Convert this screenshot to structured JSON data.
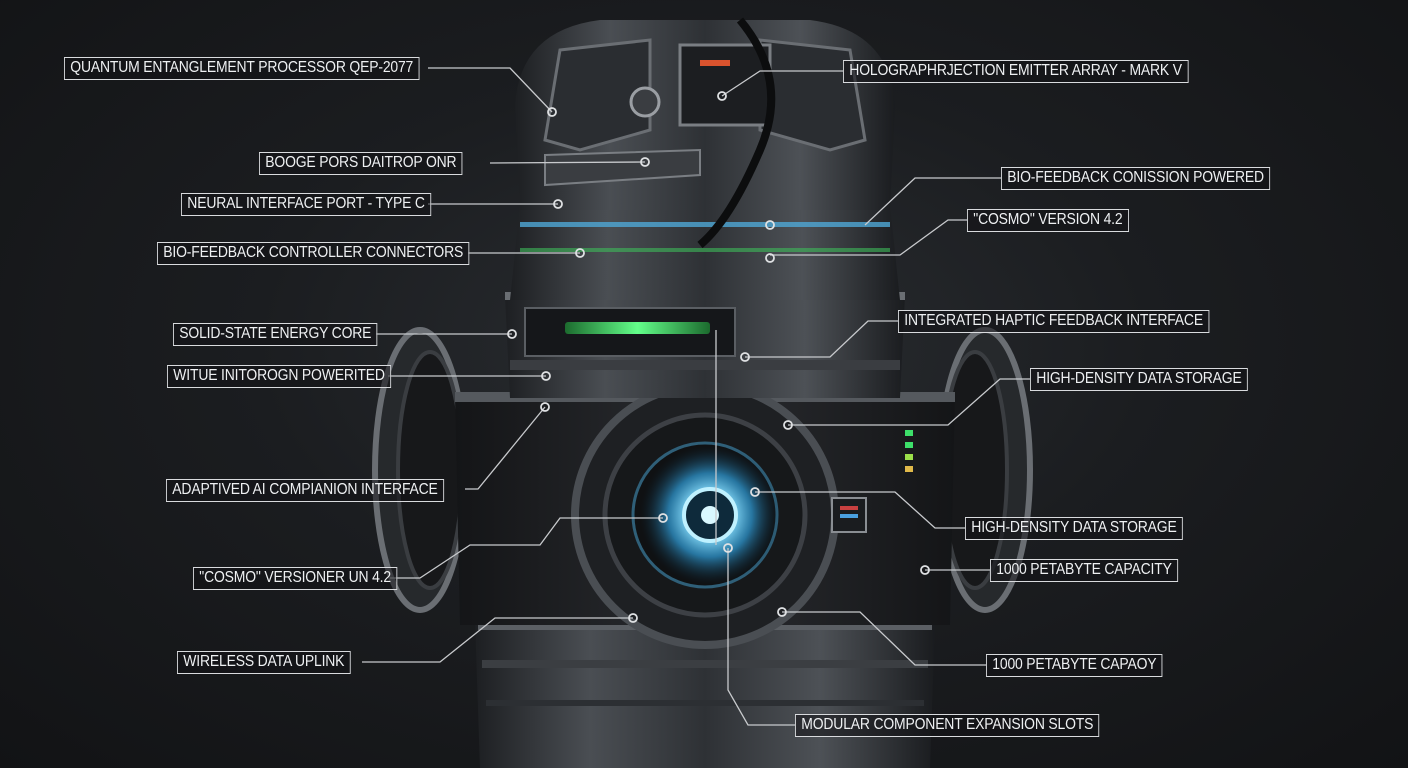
{
  "callouts": [
    {
      "text": "QUANTUM ENTANGLEMENT PROCESSOR QEP-2077"
    },
    {
      "text": "HOLOGRAPHRJECTION EMITTER ARRAY - MARK V"
    },
    {
      "text": "BOOGE PORS DAITROP ONR"
    },
    {
      "text": "BIO-FEEDBACK CONISSION POWERED"
    },
    {
      "text": "NEURAL INTERFACE PORT - TYPE C"
    },
    {
      "text": "\"COSMO\" VERSION 4.2"
    },
    {
      "text": "BIO-FEEDBACK CONTROLLER CONNECTORS"
    },
    {
      "text": "SOLID-STATE ENERGY CORE"
    },
    {
      "text": "INTEGRATED HAPTIC FEEDBACK INTERFACE"
    },
    {
      "text": "WITUE INITOROGN POWERITED"
    },
    {
      "text": "HIGH-DENSITY DATA STORAGE"
    },
    {
      "text": "ADAPTIVED AI COMPIANION INTERFACE"
    },
    {
      "text": "HIGH-DENSITY DATA STORAGE"
    },
    {
      "text": "1000 PETABYTE CAPACITY"
    },
    {
      "text": "\"COSMO\" VERSIONER UN 4.2"
    },
    {
      "text": "WIRELESS DATA UPLINK"
    },
    {
      "text": "1000 PETABYTE CAPAOY"
    },
    {
      "text": "MODULAR COMPONENT EXPANSION SLOTS"
    }
  ],
  "colors": {
    "background": "#1b1d20",
    "label_border": "#d9dbde",
    "label_text": "#eef0f2",
    "leader_line": "#c8cacd",
    "core_glow": "#6fd3ff",
    "green_indicator": "#3de06a"
  }
}
